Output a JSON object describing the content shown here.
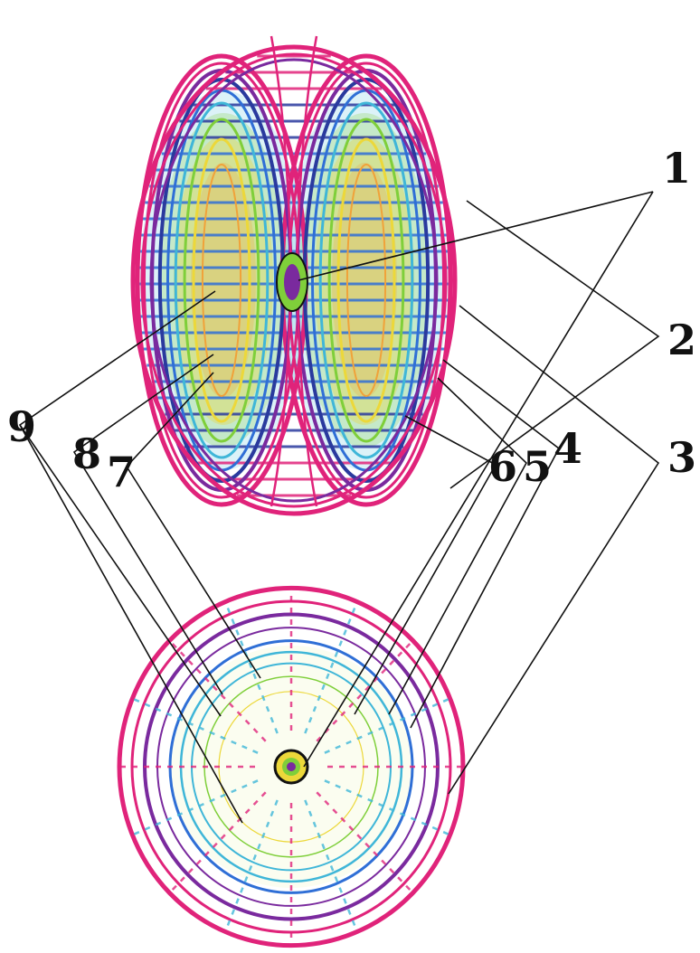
{
  "labels": [
    "1",
    "2",
    "3",
    "4",
    "5",
    "6",
    "7",
    "8",
    "9"
  ],
  "colors": {
    "outer": "#e0237a",
    "violet": "#7a2a9e",
    "navy": "#2a3a9e",
    "blue": "#2f6fd6",
    "cyan": "#3fb6d8",
    "green": "#7fcf3a",
    "yellow": "#ecd83a",
    "orange": "#f0a23a",
    "leader": "#111111"
  }
}
